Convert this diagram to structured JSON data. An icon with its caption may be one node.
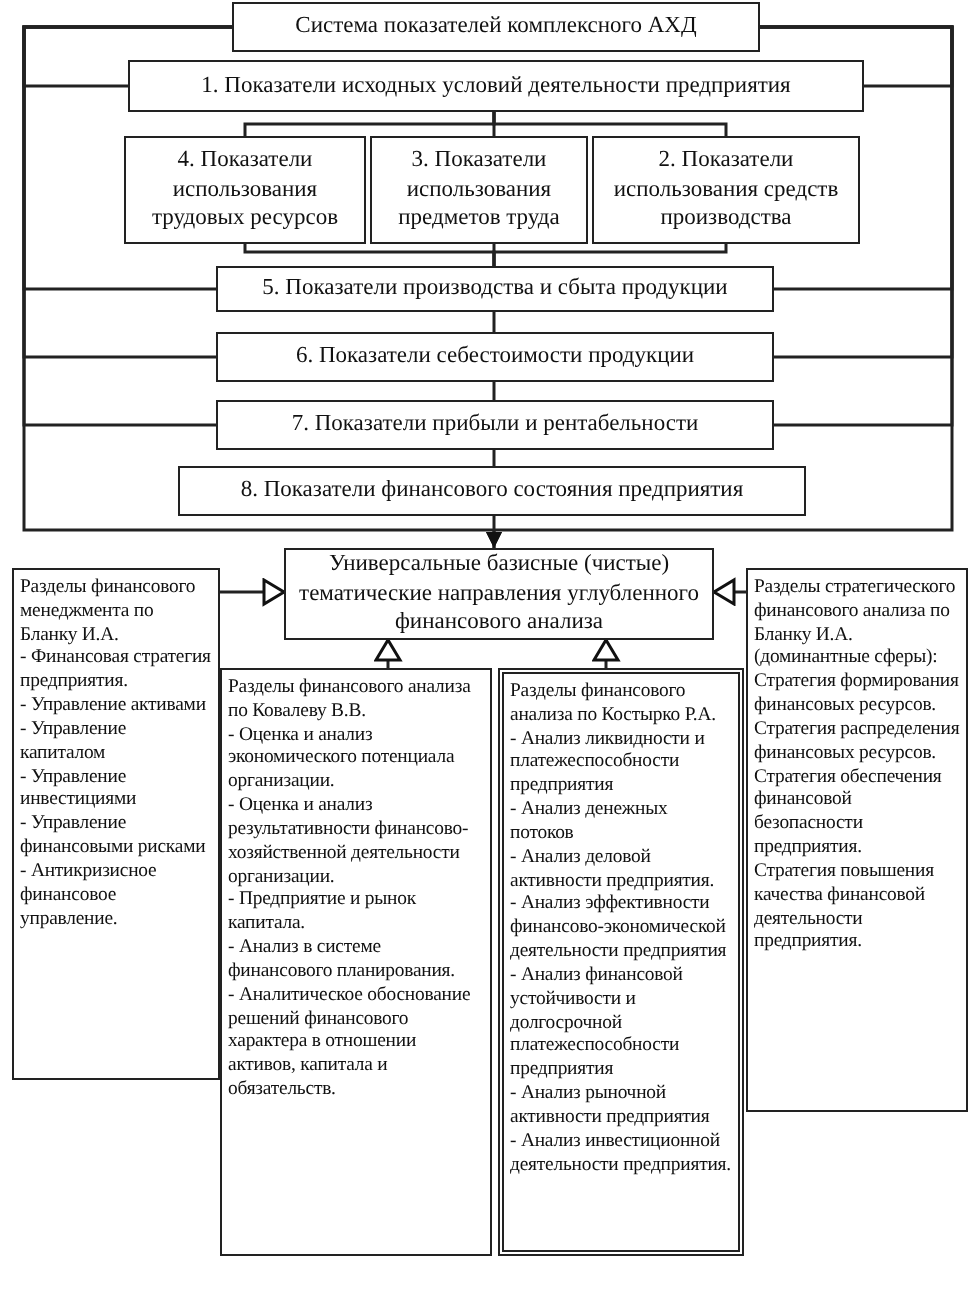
{
  "diagram": {
    "nodes": [
      {
        "text": [
          "Система показателей комплексного АХД"
        ]
      },
      {
        "text": [
          "1. Показатели исходных условий деятельности предприятия"
        ]
      },
      {
        "text": [
          "4. Показатели использования трудовых ресурсов"
        ]
      },
      {
        "text": [
          "3. Показатели использования предметов труда"
        ]
      },
      {
        "text": [
          "2. Показатели использования средств производства"
        ]
      },
      {
        "text": [
          "5. Показатели производства и сбыта продукции"
        ]
      },
      {
        "text": [
          "6. Показатели себестоимости продукции"
        ]
      },
      {
        "text": [
          "7. Показатели прибыли и рентабельности"
        ]
      },
      {
        "text": [
          "8. Показатели финансового состояния предприятия"
        ]
      },
      {
        "text": [
          "Универсальные базисные (чистые) тематические направления углубленного финансового анализа"
        ]
      },
      {
        "text": [
          "Разделы финансового менеджмента по Бланку И.А.",
          "- Финансовая стратегия предприятия.",
          "- Управление активами",
          "- Управление капиталом",
          "- Управление инвестициями",
          "- Управление финансовыми рисками",
          "- Антикризисное финансовое управление."
        ]
      },
      {
        "text": [
          "Разделы финансового анализа по Ковалеву В.В.",
          "- Оценка и анализ экономического потенциала организации.",
          "- Оценка и анализ результативности финансово-хозяйственной деятельности организации.",
          "- Предприятие и рынок капитала.",
          "- Анализ в системе финансового планирования.",
          "- Аналитическое обоснование решений финансового характера в отношении активов, капитала и обязательств."
        ]
      },
      {
        "text": [
          "Разделы финансового анализа по Костырко Р.А.",
          "- Анализ ликвидности и платежеспособности предприятия",
          "- Анализ денежных потоков",
          "- Анализ деловой активности предприятия.",
          "- Анализ эффективности финансово-экономической деятельности предприятия",
          "- Анализ финансовой устойчивости и долгосрочной платежеспособности предприятия",
          "- Анализ рыночной активности предприятия",
          "- Анализ инвестиционной деятельности предприятия."
        ]
      },
      {
        "text": [
          "Разделы стратегического финансового анализа по Бланку И.А. (доминантные сферы):",
          "Стратегия формирования финансовых ресурсов.",
          "Стратегия распределения финансовых ресурсов.",
          "Стратегия обеспечения финансовой безопасности предприятия.",
          "Стратегия повышения качества финансовой деятельности предприятия."
        ]
      }
    ],
    "edges": [
      {
        "from": 0,
        "to": 1,
        "arrow": "none"
      },
      {
        "from": 1,
        "to": 2,
        "arrow": "none"
      },
      {
        "from": 1,
        "to": 3,
        "arrow": "none"
      },
      {
        "from": 1,
        "to": 4,
        "arrow": "none"
      },
      {
        "from": 2,
        "to": 5,
        "arrow": "none"
      },
      {
        "from": 3,
        "to": 5,
        "arrow": "none"
      },
      {
        "from": 4,
        "to": 5,
        "arrow": "none"
      },
      {
        "from": 0,
        "to": 5,
        "arrow": "none"
      },
      {
        "from": 5,
        "to": 6,
        "arrow": "none"
      },
      {
        "from": 0,
        "to": 6,
        "arrow": "none"
      },
      {
        "from": 6,
        "to": 7,
        "arrow": "none"
      },
      {
        "from": 0,
        "to": 7,
        "arrow": "none"
      },
      {
        "from": 7,
        "to": 8,
        "arrow": "none"
      },
      {
        "from": 8,
        "to": 9,
        "arrow": "to"
      },
      {
        "from": 0,
        "to": 9,
        "arrow": "to"
      },
      {
        "from": 10,
        "to": 9,
        "arrow": "to"
      },
      {
        "from": 11,
        "to": 9,
        "arrow": "to"
      },
      {
        "from": 12,
        "to": 9,
        "arrow": "to"
      },
      {
        "from": 13,
        "to": 9,
        "arrow": "to"
      }
    ]
  }
}
